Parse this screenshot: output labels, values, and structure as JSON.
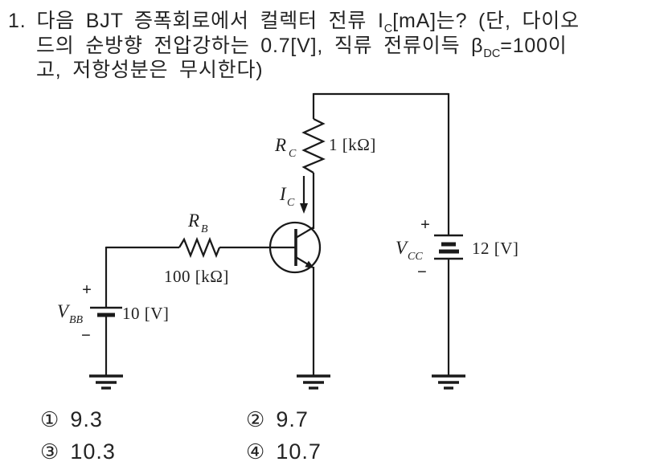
{
  "question": {
    "number": "1.",
    "line1": {
      "pre": "다음 BJT 증폭회로에서 컬렉터 전류 ",
      "var": "I",
      "var_sub": "C",
      "post": "[mA]는? (단, 다이오"
    },
    "line2": {
      "pre": "드의 순방향 전압강하는 0.7[V], 직류 전류이득 ",
      "var": "β",
      "var_sub": "DC",
      "post": "=100이"
    },
    "line3": "고, 저항성분은 무시한다)"
  },
  "circuit": {
    "rc": {
      "symbol": "R",
      "sub": "C",
      "value": "1 [kΩ]"
    },
    "rb": {
      "symbol": "R",
      "sub": "B",
      "value": "100 [kΩ]"
    },
    "ic": {
      "symbol": "I",
      "sub": "C"
    },
    "vbb": {
      "symbol": "V",
      "sub": "BB",
      "value": "10 [V]",
      "plus": "+",
      "minus": "−"
    },
    "vcc": {
      "symbol": "V",
      "sub": "CC",
      "value": "12 [V]",
      "plus": "+",
      "minus": "−"
    },
    "ink_color": "#1a1a1a"
  },
  "options": [
    {
      "marker": "①",
      "value": "9.3"
    },
    {
      "marker": "②",
      "value": "9.7"
    },
    {
      "marker": "③",
      "value": "10.3"
    },
    {
      "marker": "④",
      "value": "10.7"
    }
  ]
}
